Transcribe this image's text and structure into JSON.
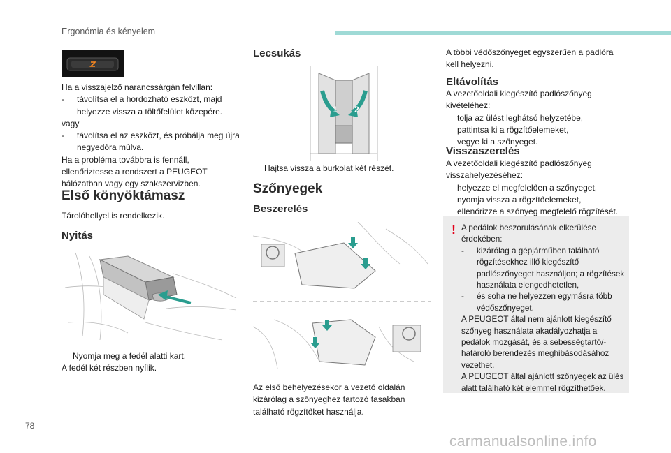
{
  "header": {
    "title": "Ergonómia és kényelem"
  },
  "page_number": "78",
  "watermark": "carmanualsonline.info",
  "col1": {
    "intro": "Ha a visszajelző narancssárgán felvillan:",
    "dash1": "távolítsa el a hordozható eszközt, majd helyezze vissza a töltőfelület közepére.",
    "or": "vagy",
    "dash2": "távolítsa el az eszközt, és próbálja meg újra negyedóra múlva.",
    "outro": "Ha a probléma továbbra is fennáll, ellenőriztesse a rendszert a PEUGEOT hálózatban vagy egy szakszervizben.",
    "section_title": "Első könyöktámasz",
    "section_text": "Tárolóhellyel is rendelkezik.",
    "opening_title": "Nyitás",
    "opening_bullet": "Nyomja meg a fedél alatti kart.",
    "opening_text": "A fedél két részben nyílik."
  },
  "col2": {
    "lowering_title": "Lecsukás",
    "lowering_bullet": "Hajtsa vissza a burkolat két részét.",
    "mats_title": "Szőnyegek",
    "install_title": "Beszerelés",
    "install_text": "Az első behelyezésekor a vezető oldalán kizárólag a szőnyeghez tartozó tasakban található rögzítőket használja.",
    "label_1": "1",
    "label_2": "2"
  },
  "col3": {
    "intro": "A többi védőszőnyeget egyszerűen a padlóra kell helyezni.",
    "removal_title": "Eltávolítás",
    "removal_intro": "A vezetőoldali kiegészítő padlószőnyeg kivételéhez:",
    "removal_bullets": [
      "tolja az ülést leghátsó helyzetébe,",
      "pattintsa ki a rögzítőelemeket,",
      "vegye ki a szőnyeget."
    ],
    "refit_title": "Visszaszerelés",
    "refit_intro": "A vezetőoldali kiegészítő padlószőnyeg visszahelyezéséhez:",
    "refit_bullets": [
      "helyezze el megfelelően a szőnyeget,",
      "nyomja vissza a rögzítőelemeket,",
      "ellenőrizze a szőnyeg megfelelő rögzítését."
    ],
    "warning": {
      "icon": "!",
      "intro": "A pedálok beszorulásának elkerülése érdekében:",
      "dash1": "kizárólag a gépjárműben található rögzítésekhez illő kiegészítő padlószőnyeget használjon; a rögzítések használata elengedhetetlen,",
      "dash2": "és soha ne helyezzen egymásra több védőszőnyeget.",
      "para1": "A PEUGEOT által nem ajánlott kiegészítő szőnyeg használata akadályozhatja a pedálok mozgását, és a sebességtartó/-határoló berendezés meghibásodásához vezethet.",
      "para2": "A PEUGEOT által ajánlott szőnyegek az ülés alatt található két elemmel rögzíthetőek."
    }
  },
  "bullet_symbol": "",
  "dash_symbol": "-",
  "colors": {
    "accent_bar": "#9fdad6",
    "warning_red": "#e2001a",
    "arrow_teal": "#2a9d8f",
    "box_grey": "#ececec"
  }
}
